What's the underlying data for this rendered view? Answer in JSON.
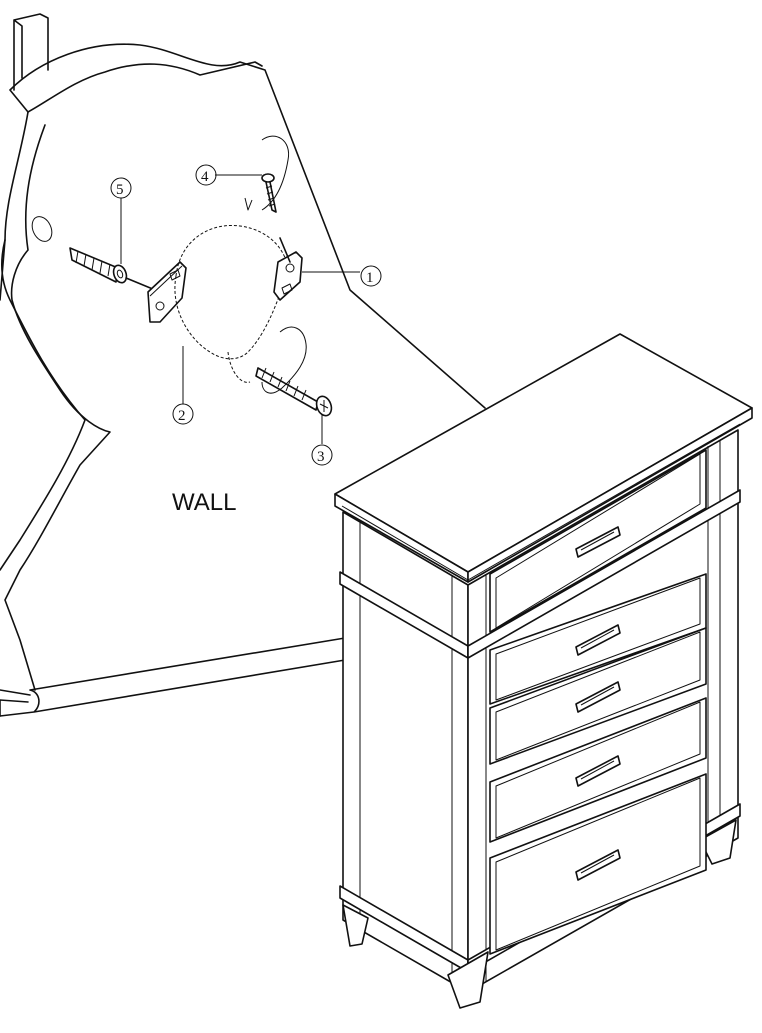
{
  "wall_label": "WALL",
  "callouts": {
    "c1": "1",
    "c2": "2",
    "c3": "3",
    "c4": "4",
    "c5": "5"
  },
  "dresser": {
    "drawer_count": 5
  }
}
